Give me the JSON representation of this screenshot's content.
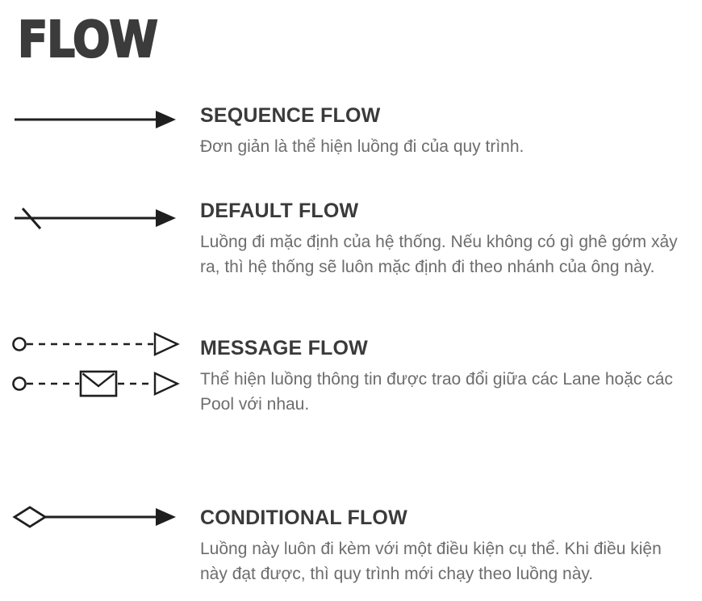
{
  "page": {
    "title": "FLOW",
    "ink_color": "#1f1f1f",
    "heading_color": "#3a3a3a",
    "body_color": "#6d6d6d",
    "background": "#ffffff"
  },
  "items": [
    {
      "id": "sequence-flow",
      "title": "SEQUENCE FLOW",
      "description": "Đơn giản là thể hiện luồng đi của quy trình.",
      "glyph": "solid-line-filled-arrow",
      "glyph_name": "sequence-flow-icon"
    },
    {
      "id": "default-flow",
      "title": "DEFAULT FLOW",
      "description": "Luồng đi mặc định của hệ thống. Nếu không có gì ghê gớm xảy ra, thì hệ thống sẽ luôn mặc định đi theo nhánh của ông này.",
      "glyph": "slashed-line-filled-arrow",
      "glyph_name": "default-flow-icon"
    },
    {
      "id": "message-flow",
      "title": "MESSAGE FLOW",
      "description": "Thể hiện luồng thông tin được trao đổi giữa các Lane hoặc các Pool với nhau.",
      "glyph": "dashed-line-hollow-circle-hollow-arrow",
      "glyph_name": "message-flow-icon",
      "glyph_secondary": "dashed-line-envelope-hollow-arrow",
      "glyph_secondary_name": "message-flow-envelope-icon"
    },
    {
      "id": "conditional-flow",
      "title": "CONDITIONAL FLOW",
      "description": "Luồng này luôn đi kèm với một điều kiện cụ thể. Khi điều kiện này đạt được, thì quy trình mới chạy theo luồng này.",
      "glyph": "diamond-line-filled-arrow",
      "glyph_name": "conditional-flow-icon"
    }
  ]
}
